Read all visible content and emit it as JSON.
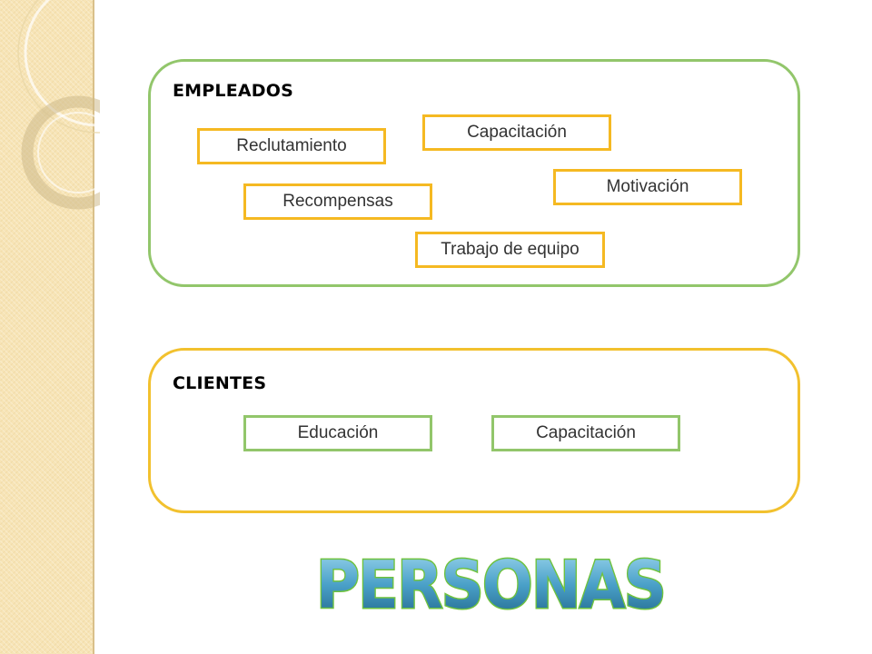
{
  "empleados": {
    "title": "EMPLEADOS",
    "items": [
      "Capacitación",
      "Reclutamiento",
      "Motivación",
      "Recompensas",
      "Trabajo de equipo"
    ]
  },
  "clientes": {
    "title": "CLIENTES",
    "items": [
      "Educación",
      "Capacitación"
    ]
  },
  "banner": {
    "title": "PERSONAS"
  },
  "colors": {
    "empleados_border": "#92c66b",
    "clientes_border": "#f2c12e",
    "item_orange": "#f5b922",
    "item_green": "#92c66b",
    "banner_top": "#9fd9ef",
    "banner_bottom": "#1e6488",
    "banner_outline": "#6ec23d"
  }
}
